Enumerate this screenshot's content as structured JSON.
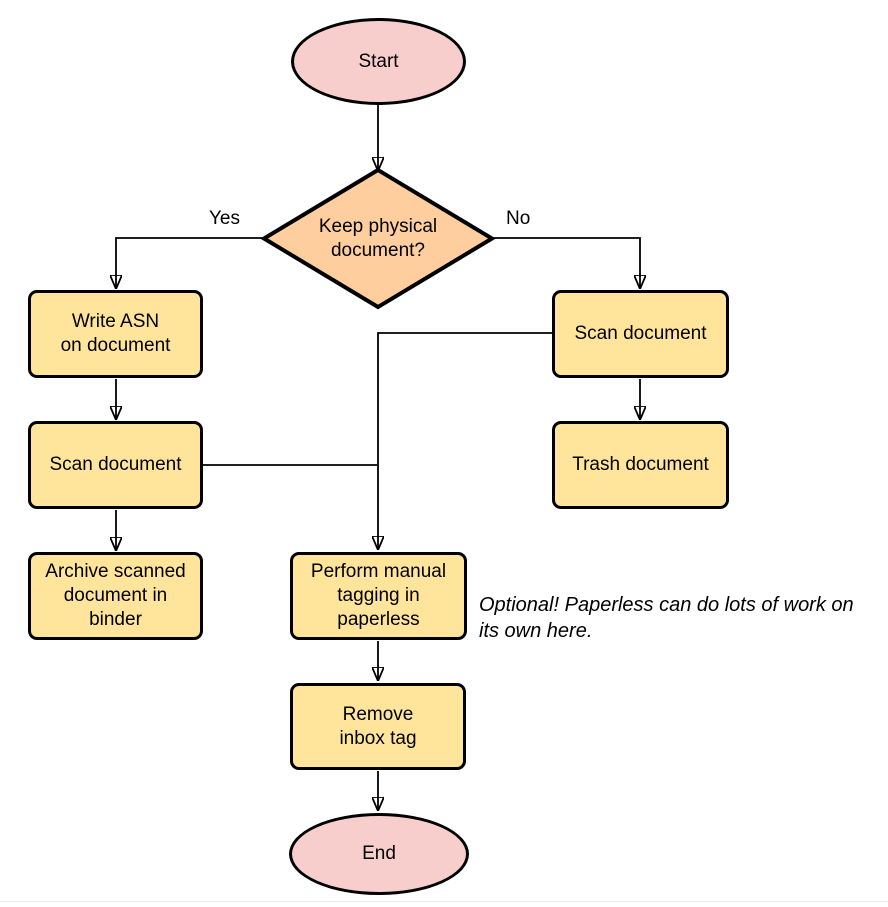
{
  "diagram": {
    "type": "flowchart",
    "nodes": {
      "start": {
        "label": "Start",
        "shape": "ellipse"
      },
      "decision": {
        "label": "Keep physical\ndocument?",
        "shape": "diamond"
      },
      "write_asn": {
        "label": "Write ASN\non document",
        "shape": "process"
      },
      "scan_left": {
        "label": "Scan document",
        "shape": "process"
      },
      "archive": {
        "label": "Archive scanned\ndocument in\nbinder",
        "shape": "process"
      },
      "scan_right": {
        "label": "Scan document",
        "shape": "process"
      },
      "trash": {
        "label": "Trash document",
        "shape": "process"
      },
      "tagging": {
        "label": "Perform manual\ntagging in\npaperless",
        "shape": "process"
      },
      "remove_inbox": {
        "label": "Remove\ninbox tag",
        "shape": "process"
      },
      "end": {
        "label": "End",
        "shape": "ellipse"
      }
    },
    "edge_labels": {
      "yes": "Yes",
      "no": "No"
    },
    "note": "Optional! Paperless can do lots of work on\nits own here.",
    "colors": {
      "terminal_fill": "#F8CECC",
      "decision_fill": "#FFCE9E",
      "process_fill": "#FFE59C",
      "stroke": "#000000"
    }
  }
}
